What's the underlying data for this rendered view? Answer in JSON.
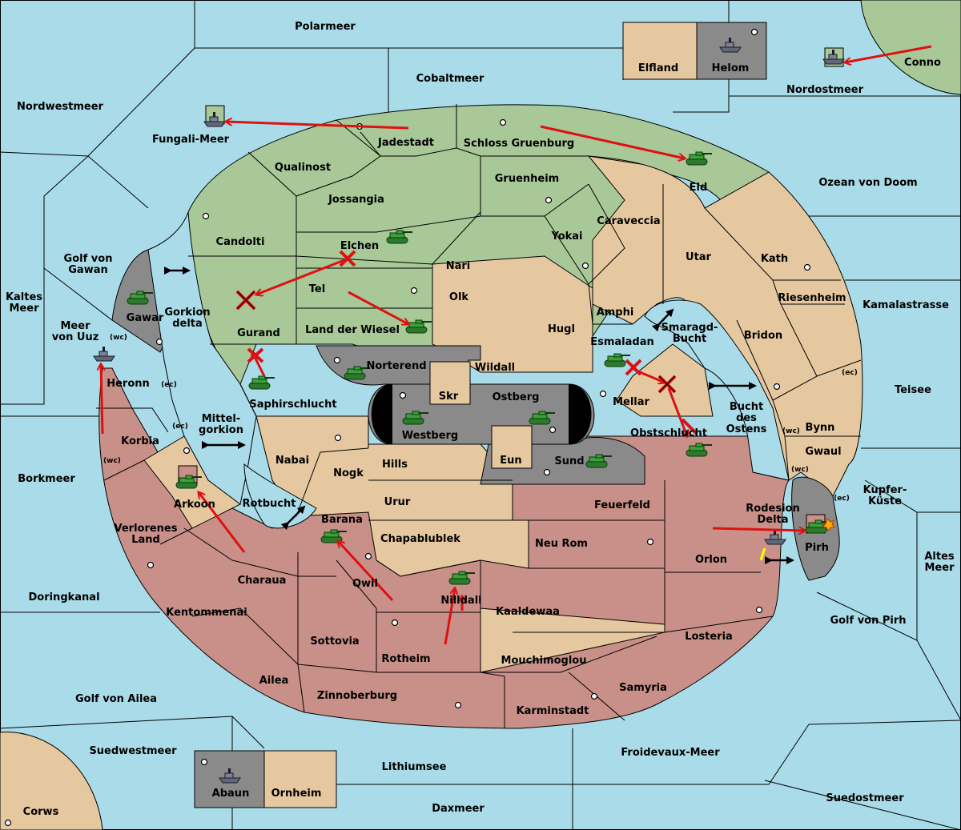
{
  "map": {
    "colors": {
      "sea": "#aadbe8",
      "green": "#a8c898",
      "tan": "#e6c8a0",
      "red": "#c89088",
      "gray": "#8a8a8a",
      "arrow": "#dd1111"
    },
    "seas": {
      "polarmeer": "Polarmeer",
      "cobaltmeer": "Cobaltmeer",
      "nordwestmeer": "Nordwestmeer",
      "nordostmeer": "Nordostmeer",
      "conno": "Conno",
      "fungali": "Fungali-Meer",
      "ozean": "Ozean von Doom",
      "kamalastrasse": "Kamalastrasse",
      "teisee": "Teisee",
      "kupfer1": "Kupfer-",
      "kupfer2": "Küste",
      "altes1": "Altes",
      "altes2": "Meer",
      "golf_pirh": "Golf von Pirh",
      "suedostmeer": "Suedostmeer",
      "froidevaux": "Froidevaux-Meer",
      "daxmeer": "Daxmeer",
      "lithiumsee": "Lithiumsee",
      "suedwestmeer": "Suedwestmeer",
      "corws": "Corws",
      "golf_ailea": "Golf von Ailea",
      "doringkanal": "Doringkanal",
      "borkmeer": "Borkmeer",
      "kaltes1": "Kaltes",
      "kaltes2": "Meer",
      "golf_gawan1": "Golf von",
      "golf_gawan2": "Gawan",
      "meer_uuz1": "Meer",
      "meer_uuz2": "von Uuz",
      "gorkion1": "Gorkion",
      "gorkion2": "delta",
      "mittel1": "Mittel-",
      "mittel2": "gorkion",
      "rotbucht": "Rotbucht",
      "smaragd1": "Smaragd-",
      "smaragd2": "Bucht",
      "bucht1": "Bucht",
      "bucht2": "des",
      "bucht3": "Ostens"
    },
    "lands": {
      "elfland": "Elfland",
      "helom": "Helom",
      "jadestadt": "Jadestadt",
      "schloss": "Schloss Gruenburg",
      "qualinost": "Qualinost",
      "gruenheim": "Gruenheim",
      "eld": "Eld",
      "jossangia": "Jossangia",
      "caraveccia": "Caraveccia",
      "candolti": "Candolti",
      "elchen": "Elchen",
      "yokai": "Yokai",
      "utar": "Utar",
      "kath": "Kath",
      "nari": "Nari",
      "riesenheim": "Riesenheim",
      "tel": "Tel",
      "olk": "Olk",
      "amphi": "Amphi",
      "gurand": "Gurand",
      "wiesel": "Land der Wiesel",
      "hugl": "Hugl",
      "bridon": "Bridon",
      "esmaladan": "Esmaladan",
      "norterend": "Norterend",
      "wildall": "Wildall",
      "gawar": "Gawar",
      "heronn": "Heronn",
      "skr": "Skr",
      "ostberg": "Ostberg",
      "mellar": "Mellar",
      "saphir": "Saphirschlucht",
      "westberg": "Westberg",
      "obstschlucht": "Obstschlucht",
      "bynn": "Bynn",
      "korbia": "Korbia",
      "nabai": "Nabai",
      "hills": "Hills",
      "eun": "Eun",
      "sund": "Sund",
      "gwaul": "Gwaul",
      "nogk": "Nogk",
      "arkoon": "Arkoon",
      "urur": "Urur",
      "feuerfeld": "Feuerfeld",
      "rodesion1": "Rodesion",
      "rodesion2": "Delta",
      "barana": "Barana",
      "verlorenes1": "Verlorenes",
      "verlorenes2": "Land",
      "chapablublek": "Chapablublek",
      "neurom": "Neu Rom",
      "pirh": "Pirh",
      "orlon": "Orlon",
      "charaua": "Charaua",
      "qwil": "Qwil",
      "nilldall": "Nilldall",
      "kentommenai": "Kentommenai",
      "kaaldewaa": "Kaaldewaa",
      "sottovia": "Sottovia",
      "losteria": "Losteria",
      "rotheim": "Rotheim",
      "mouchimoglou": "Mouchimoglou",
      "ailea": "Ailea",
      "samyria": "Samyria",
      "zinnoberburg": "Zinnoberburg",
      "karminstadt": "Karminstadt",
      "abaun": "Abaun",
      "ornheim": "Ornheim"
    },
    "coasts": {
      "wc": "(wc)",
      "ec": "(ec)"
    },
    "icons": {
      "tank": "tank-icon",
      "ship": "ship-icon",
      "supply": "supply-center-icon",
      "dislodge": "dislodged-x-icon",
      "convoy": "convoy-arrow-icon"
    }
  }
}
